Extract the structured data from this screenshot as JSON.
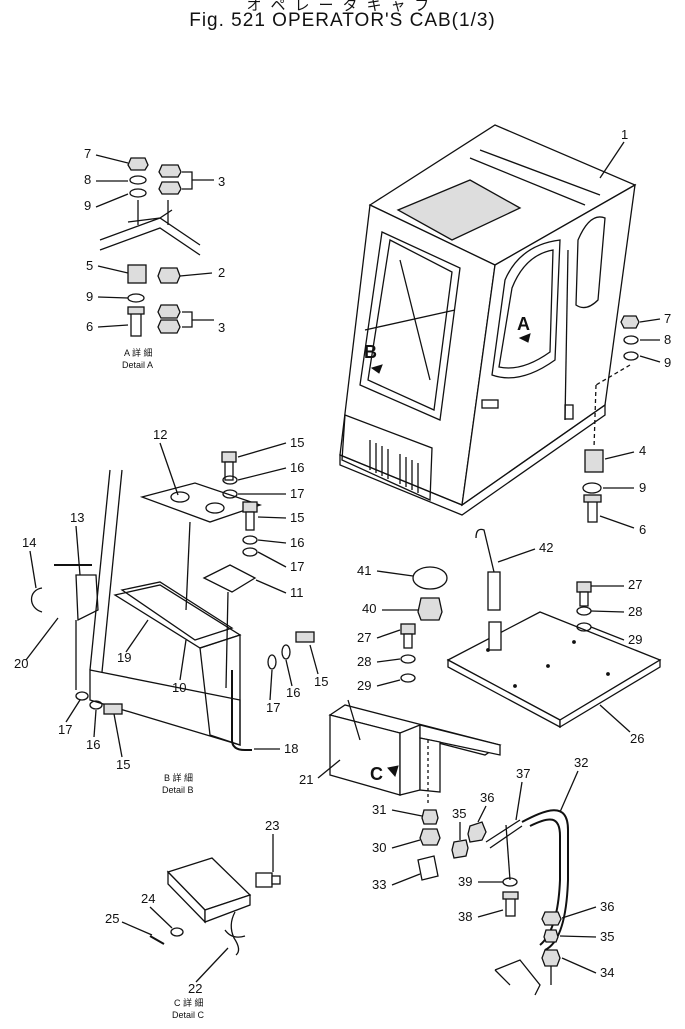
{
  "title_jp": "オペレータキャブ",
  "title": "Fig. 521 OPERATOR'S CAB(1/3)",
  "part_numbers": [
    "1",
    "2",
    "3",
    "4",
    "5",
    "6",
    "7",
    "8",
    "9",
    "10",
    "11",
    "12",
    "13",
    "14",
    "15",
    "16",
    "17",
    "18",
    "19",
    "20",
    "21",
    "22",
    "23",
    "24",
    "25",
    "26",
    "27",
    "28",
    "29",
    "30",
    "31",
    "32",
    "33",
    "34",
    "35",
    "36",
    "37",
    "38",
    "39",
    "40",
    "41",
    "42"
  ],
  "details": {
    "a": {
      "jp": "A 詳 細",
      "en": "Detail A"
    },
    "b": {
      "jp": "B 詳 細",
      "en": "Detail B"
    },
    "c": {
      "jp": "C 詳 細",
      "en": "Detail C"
    }
  },
  "callouts": [
    "A",
    "B",
    "C"
  ]
}
